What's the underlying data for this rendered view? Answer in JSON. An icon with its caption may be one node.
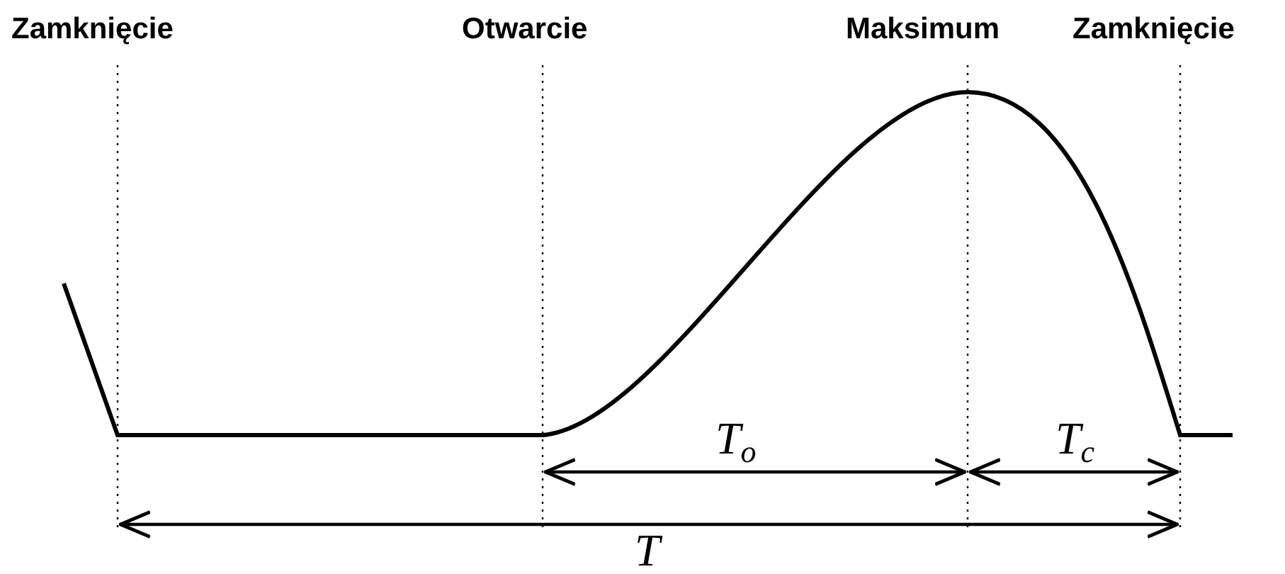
{
  "diagram": {
    "labels": [
      "Zamknięcie",
      "Otwarcie",
      "Maksimum",
      "Zamknięcie",
      "T$_{o}$",
      "T$_{c}$",
      "T"
    ]
  }
}
